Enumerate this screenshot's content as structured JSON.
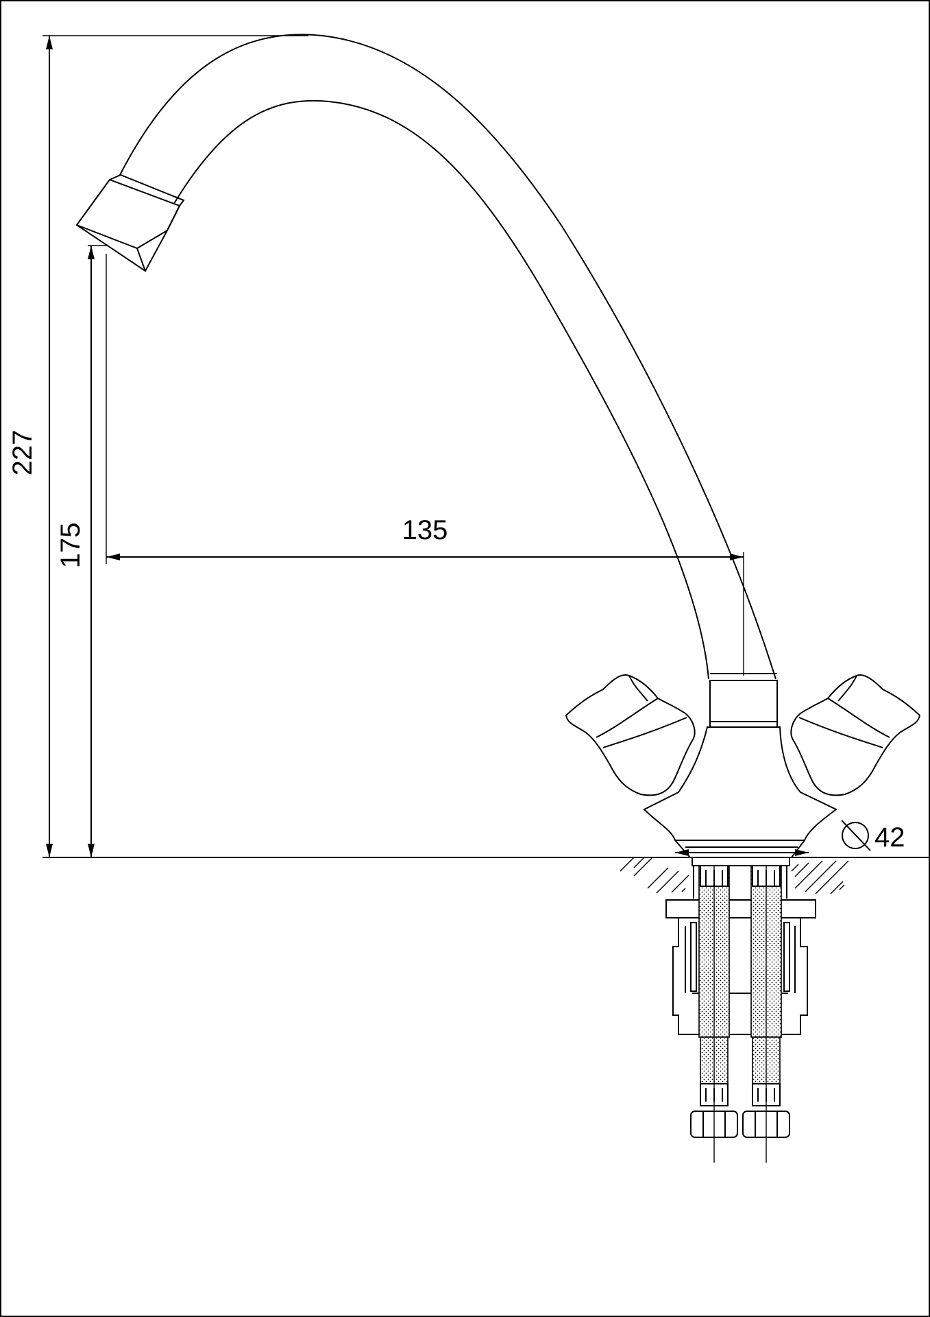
{
  "drawing": {
    "dimensions": {
      "total_height": "227",
      "spout_height": "175",
      "spout_reach": "135",
      "base_diameter": "42",
      "diameter_symbol": "⌀"
    }
  }
}
